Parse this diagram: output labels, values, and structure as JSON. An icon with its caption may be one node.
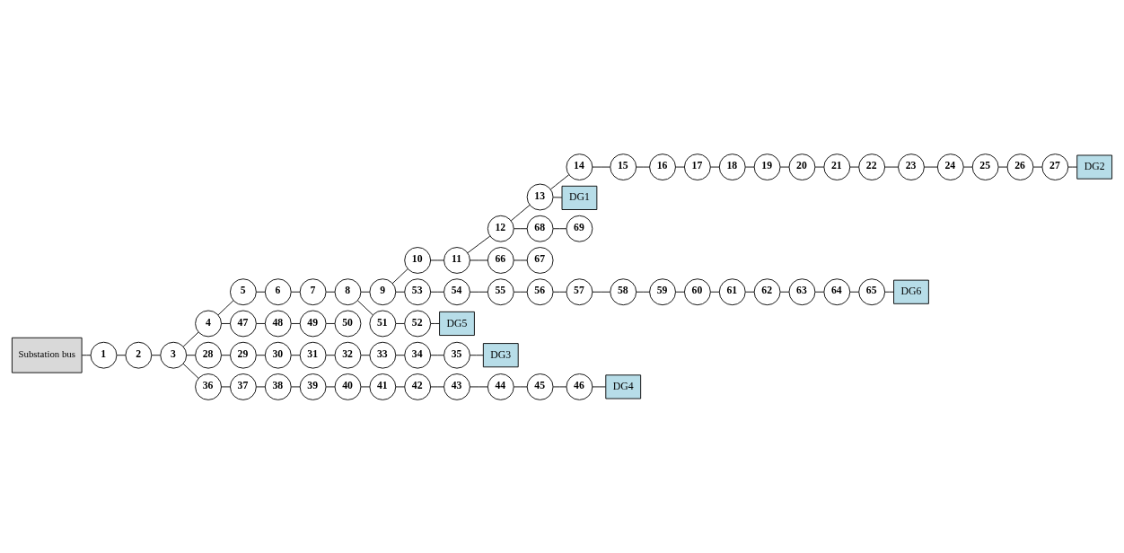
{
  "diagram": {
    "nodes": [
      {
        "text": [
          "Substation bus"
        ]
      },
      {
        "text": [
          "1"
        ]
      },
      {
        "text": [
          "2"
        ]
      },
      {
        "text": [
          "3"
        ]
      },
      {
        "text": [
          "4"
        ]
      },
      {
        "text": [
          "5"
        ]
      },
      {
        "text": [
          "6"
        ]
      },
      {
        "text": [
          "7"
        ]
      },
      {
        "text": [
          "8"
        ]
      },
      {
        "text": [
          "9"
        ]
      },
      {
        "text": [
          "10"
        ]
      },
      {
        "text": [
          "11"
        ]
      },
      {
        "text": [
          "12"
        ]
      },
      {
        "text": [
          "13"
        ]
      },
      {
        "text": [
          "14"
        ]
      },
      {
        "text": [
          "15"
        ]
      },
      {
        "text": [
          "16"
        ]
      },
      {
        "text": [
          "17"
        ]
      },
      {
        "text": [
          "18"
        ]
      },
      {
        "text": [
          "19"
        ]
      },
      {
        "text": [
          "20"
        ]
      },
      {
        "text": [
          "21"
        ]
      },
      {
        "text": [
          "22"
        ]
      },
      {
        "text": [
          "23"
        ]
      },
      {
        "text": [
          "24"
        ]
      },
      {
        "text": [
          "25"
        ]
      },
      {
        "text": [
          "26"
        ]
      },
      {
        "text": [
          "27"
        ]
      },
      {
        "text": [
          "28"
        ]
      },
      {
        "text": [
          "29"
        ]
      },
      {
        "text": [
          "30"
        ]
      },
      {
        "text": [
          "31"
        ]
      },
      {
        "text": [
          "32"
        ]
      },
      {
        "text": [
          "33"
        ]
      },
      {
        "text": [
          "34"
        ]
      },
      {
        "text": [
          "35"
        ]
      },
      {
        "text": [
          "36"
        ]
      },
      {
        "text": [
          "37"
        ]
      },
      {
        "text": [
          "38"
        ]
      },
      {
        "text": [
          "39"
        ]
      },
      {
        "text": [
          "40"
        ]
      },
      {
        "text": [
          "41"
        ]
      },
      {
        "text": [
          "42"
        ]
      },
      {
        "text": [
          "43"
        ]
      },
      {
        "text": [
          "44"
        ]
      },
      {
        "text": [
          "45"
        ]
      },
      {
        "text": [
          "46"
        ]
      },
      {
        "text": [
          "47"
        ]
      },
      {
        "text": [
          "48"
        ]
      },
      {
        "text": [
          "49"
        ]
      },
      {
        "text": [
          "50"
        ]
      },
      {
        "text": [
          "51"
        ]
      },
      {
        "text": [
          "52"
        ]
      },
      {
        "text": [
          "53"
        ]
      },
      {
        "text": [
          "54"
        ]
      },
      {
        "text": [
          "55"
        ]
      },
      {
        "text": [
          "56"
        ]
      },
      {
        "text": [
          "57"
        ]
      },
      {
        "text": [
          "58"
        ]
      },
      {
        "text": [
          "59"
        ]
      },
      {
        "text": [
          "60"
        ]
      },
      {
        "text": [
          "61"
        ]
      },
      {
        "text": [
          "62"
        ]
      },
      {
        "text": [
          "63"
        ]
      },
      {
        "text": [
          "64"
        ]
      },
      {
        "text": [
          "65"
        ]
      },
      {
        "text": [
          "66"
        ]
      },
      {
        "text": [
          "67"
        ]
      },
      {
        "text": [
          "68"
        ]
      },
      {
        "text": [
          "69"
        ]
      },
      {
        "text": [
          "DG1"
        ]
      },
      {
        "text": [
          "DG2"
        ]
      },
      {
        "text": [
          "DG3"
        ]
      },
      {
        "text": [
          "DG4"
        ]
      },
      {
        "text": [
          "DG5"
        ]
      },
      {
        "text": [
          "DG6"
        ]
      }
    ],
    "edges": [
      {
        "from": 0,
        "to": 1,
        "arrow": "none"
      },
      {
        "from": 1,
        "to": 2,
        "arrow": "none"
      },
      {
        "from": 2,
        "to": 3,
        "arrow": "none"
      },
      {
        "from": 3,
        "to": 4,
        "arrow": "none"
      },
      {
        "from": 4,
        "to": 5,
        "arrow": "none"
      },
      {
        "from": 5,
        "to": 6,
        "arrow": "none"
      },
      {
        "from": 6,
        "to": 7,
        "arrow": "none"
      },
      {
        "from": 7,
        "to": 8,
        "arrow": "none"
      },
      {
        "from": 8,
        "to": 9,
        "arrow": "none"
      },
      {
        "from": 9,
        "to": 10,
        "arrow": "none"
      },
      {
        "from": 10,
        "to": 11,
        "arrow": "none"
      },
      {
        "from": 11,
        "to": 12,
        "arrow": "none"
      },
      {
        "from": 12,
        "to": 13,
        "arrow": "none"
      },
      {
        "from": 13,
        "to": 70,
        "arrow": "none"
      },
      {
        "from": 3,
        "to": 28,
        "arrow": "none"
      },
      {
        "from": 28,
        "to": 29,
        "arrow": "none"
      },
      {
        "from": 29,
        "to": 30,
        "arrow": "none"
      },
      {
        "from": 30,
        "to": 31,
        "arrow": "none"
      },
      {
        "from": 31,
        "to": 32,
        "arrow": "none"
      },
      {
        "from": 32,
        "to": 33,
        "arrow": "none"
      },
      {
        "from": 33,
        "to": 34,
        "arrow": "none"
      },
      {
        "from": 34,
        "to": 35,
        "arrow": "none"
      },
      {
        "from": 35,
        "to": 72,
        "arrow": "none"
      },
      {
        "from": 4,
        "to": 47,
        "arrow": "none"
      },
      {
        "from": 47,
        "to": 48,
        "arrow": "none"
      },
      {
        "from": 48,
        "to": 49,
        "arrow": "none"
      },
      {
        "from": 49,
        "to": 50,
        "arrow": "none"
      },
      {
        "from": 8,
        "to": 51,
        "arrow": "none"
      },
      {
        "from": 51,
        "to": 52,
        "arrow": "none"
      },
      {
        "from": 52,
        "to": 74,
        "arrow": "none"
      },
      {
        "from": 11,
        "to": 66,
        "arrow": "none"
      },
      {
        "from": 66,
        "to": 67,
        "arrow": "none"
      },
      {
        "from": 12,
        "to": 68,
        "arrow": "none"
      },
      {
        "from": 68,
        "to": 69,
        "arrow": "none"
      },
      {
        "from": 13,
        "to": 14,
        "arrow": "none"
      },
      {
        "from": 14,
        "to": 15,
        "arrow": "none"
      },
      {
        "from": 15,
        "to": 16,
        "arrow": "none"
      },
      {
        "from": 16,
        "to": 17,
        "arrow": "none"
      },
      {
        "from": 17,
        "to": 18,
        "arrow": "none"
      },
      {
        "from": 18,
        "to": 19,
        "arrow": "none"
      },
      {
        "from": 19,
        "to": 20,
        "arrow": "none"
      },
      {
        "from": 20,
        "to": 21,
        "arrow": "none"
      },
      {
        "from": 21,
        "to": 22,
        "arrow": "none"
      },
      {
        "from": 22,
        "to": 23,
        "arrow": "none"
      },
      {
        "from": 23,
        "to": 24,
        "arrow": "none"
      },
      {
        "from": 24,
        "to": 25,
        "arrow": "none"
      },
      {
        "from": 25,
        "to": 26,
        "arrow": "none"
      },
      {
        "from": 26,
        "to": 27,
        "arrow": "none"
      },
      {
        "from": 27,
        "to": 71,
        "arrow": "none"
      },
      {
        "from": 3,
        "to": 36,
        "arrow": "none"
      },
      {
        "from": 36,
        "to": 37,
        "arrow": "none"
      },
      {
        "from": 37,
        "to": 38,
        "arrow": "none"
      },
      {
        "from": 38,
        "to": 39,
        "arrow": "none"
      },
      {
        "from": 39,
        "to": 40,
        "arrow": "none"
      },
      {
        "from": 40,
        "to": 41,
        "arrow": "none"
      },
      {
        "from": 41,
        "to": 42,
        "arrow": "none"
      },
      {
        "from": 42,
        "to": 43,
        "arrow": "none"
      },
      {
        "from": 43,
        "to": 44,
        "arrow": "none"
      },
      {
        "from": 44,
        "to": 45,
        "arrow": "none"
      },
      {
        "from": 45,
        "to": 46,
        "arrow": "none"
      },
      {
        "from": 46,
        "to": 73,
        "arrow": "none"
      },
      {
        "from": 9,
        "to": 53,
        "arrow": "none"
      },
      {
        "from": 53,
        "to": 54,
        "arrow": "none"
      },
      {
        "from": 54,
        "to": 55,
        "arrow": "none"
      },
      {
        "from": 55,
        "to": 56,
        "arrow": "none"
      },
      {
        "from": 56,
        "to": 57,
        "arrow": "none"
      },
      {
        "from": 57,
        "to": 58,
        "arrow": "none"
      },
      {
        "from": 58,
        "to": 59,
        "arrow": "none"
      },
      {
        "from": 59,
        "to": 60,
        "arrow": "none"
      },
      {
        "from": 60,
        "to": 61,
        "arrow": "none"
      },
      {
        "from": 61,
        "to": 62,
        "arrow": "none"
      },
      {
        "from": 62,
        "to": 63,
        "arrow": "none"
      },
      {
        "from": 63,
        "to": 64,
        "arrow": "none"
      },
      {
        "from": 64,
        "to": 65,
        "arrow": "none"
      },
      {
        "from": 65,
        "to": 75,
        "arrow": "none"
      }
    ]
  }
}
